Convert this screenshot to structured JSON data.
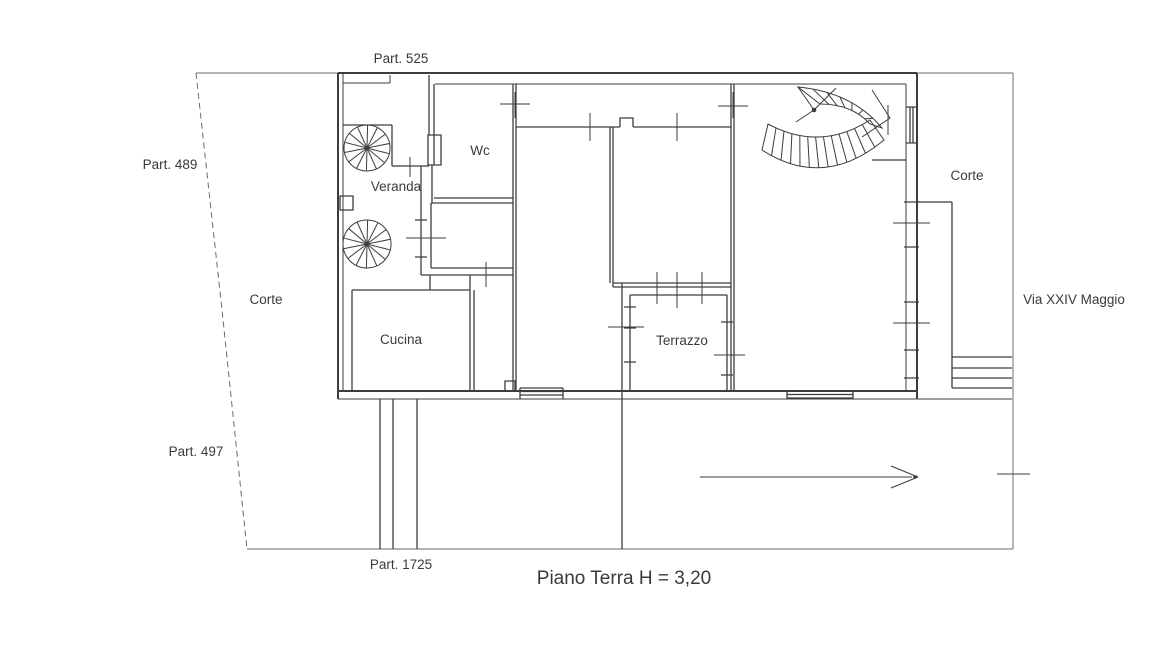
{
  "title": "Piano Terra H = 3,20",
  "parcel_labels": {
    "top": "Part. 525",
    "left_upper": "Part. 489",
    "left_lower": "Part. 497",
    "bottom": "Part. 1725"
  },
  "area_labels": {
    "corte_left": "Corte",
    "corte_right": "Corte"
  },
  "room_labels": {
    "veranda": "Veranda",
    "wc": "Wc",
    "cucina": "Cucina",
    "terrazzo": "Terrazzo"
  },
  "street_label": "Via XXIV Maggio",
  "colors": {
    "background": "#ffffff",
    "boundary_line": "#6b6b6b",
    "wall_line": "#3d3d3d",
    "text": "#3a3a3a"
  }
}
